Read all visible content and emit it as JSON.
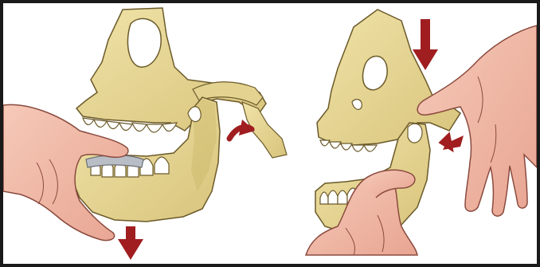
{
  "illustration": {
    "panels": [
      {
        "id": "left",
        "depicts": "jaw-opened-by-pressing-down-on-molars"
      },
      {
        "id": "right",
        "depicts": "jaw-repositioned-with-fingers-behind-ramus"
      }
    ]
  },
  "colors": {
    "border": "#1a1a1a",
    "bone": "#e8d89a",
    "bone_shadow": "#cdb76a",
    "bone_outline": "#6b5a2a",
    "tooth": "#ffffff",
    "skin": "#f2b9a8",
    "skin_shadow": "#dc8f7f",
    "skin_outline": "#8a4a3e",
    "arrow": "#a01e20",
    "gauze": "#b9bec6"
  },
  "icons": [
    "down-arrow-icon",
    "curved-arrow-icon",
    "right-arrow-icon"
  ]
}
